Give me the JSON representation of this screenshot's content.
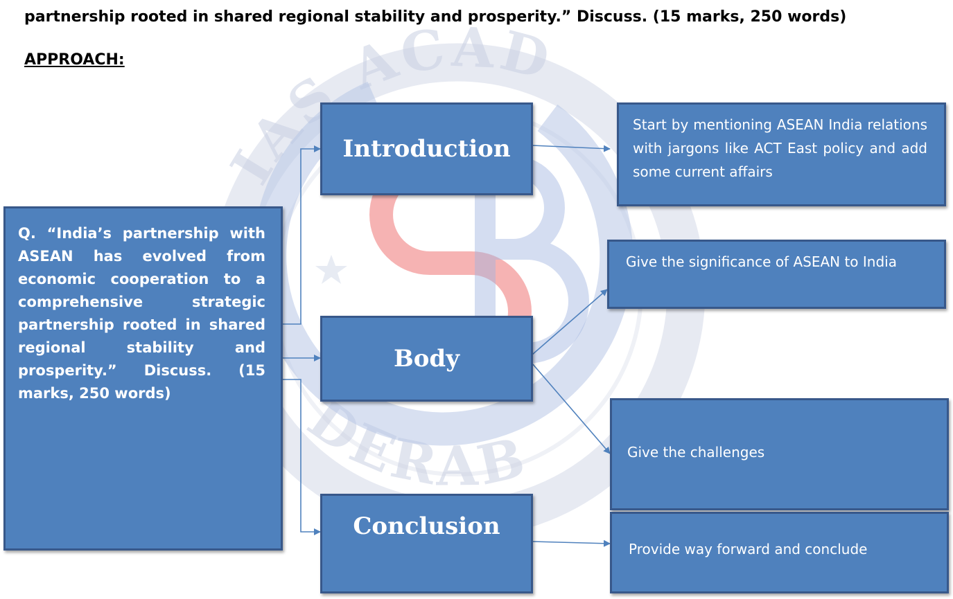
{
  "heading_line": "partnership rooted in shared regional stability and prosperity.” Discuss. (15 marks, 250 words)",
  "approach_label": "APPROACH:",
  "watermark": {
    "top_text": "IAS ACAD",
    "bottom_text": "DERAB"
  },
  "question_box": {
    "text": "Q. “India’s partnership with ASEAN has evolved from economic cooperation to a comprehensive strategic partnership rooted in shared regional stability and prosperity.” Discuss. (15 marks, 250 words)"
  },
  "sections": {
    "introduction": "Introduction",
    "body": "Body",
    "conclusion": "Conclusion"
  },
  "notes": {
    "introduction_note": "Start by mentioning ASEAN India relations with jargons like ACT East policy and add some current affairs",
    "significance_note": "Give the significance of ASEAN to India",
    "challenges_note": "Give the challenges",
    "conclusion_note": "Provide way forward and conclude"
  },
  "colors": {
    "box_fill": "#4f81bd",
    "box_border": "#38588a",
    "connector": "#4f81bd"
  }
}
